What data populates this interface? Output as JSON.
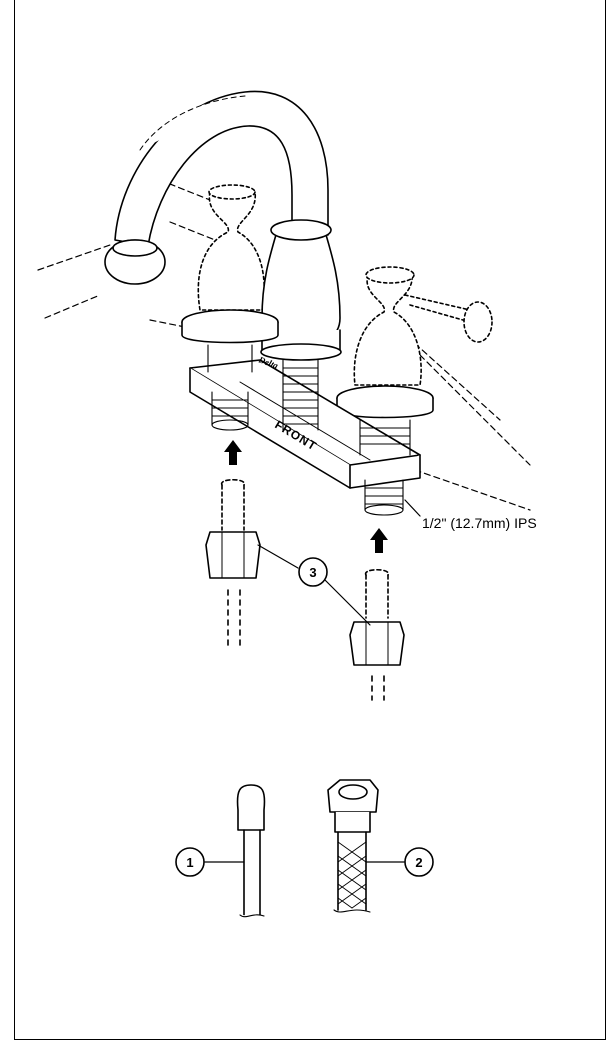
{
  "diagram": {
    "stamp_text": "FRONT",
    "logo_text": "Delta",
    "thread_note": "1/2\" (12.7mm) IPS",
    "callouts": {
      "supply_connectors": "3",
      "rigid_supply": "1",
      "braided_supply": "2"
    }
  }
}
